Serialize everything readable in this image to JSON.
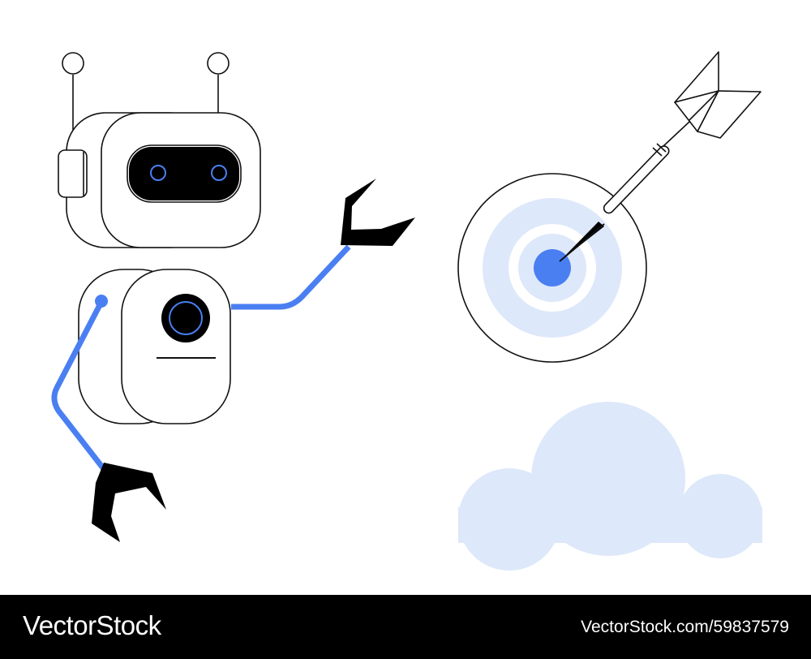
{
  "illustration": {
    "subjects": [
      "robot",
      "target",
      "dart",
      "cloud"
    ]
  },
  "colors": {
    "background": "#ffffff",
    "outline": "#111111",
    "accent_blue": "#4a7ff2",
    "light_blue": "#dde8fa",
    "claw": "#000000",
    "footer": "#000000"
  },
  "footer": {
    "brand": "VectorStock",
    "image_id": "VectorStock.com/59837579"
  }
}
